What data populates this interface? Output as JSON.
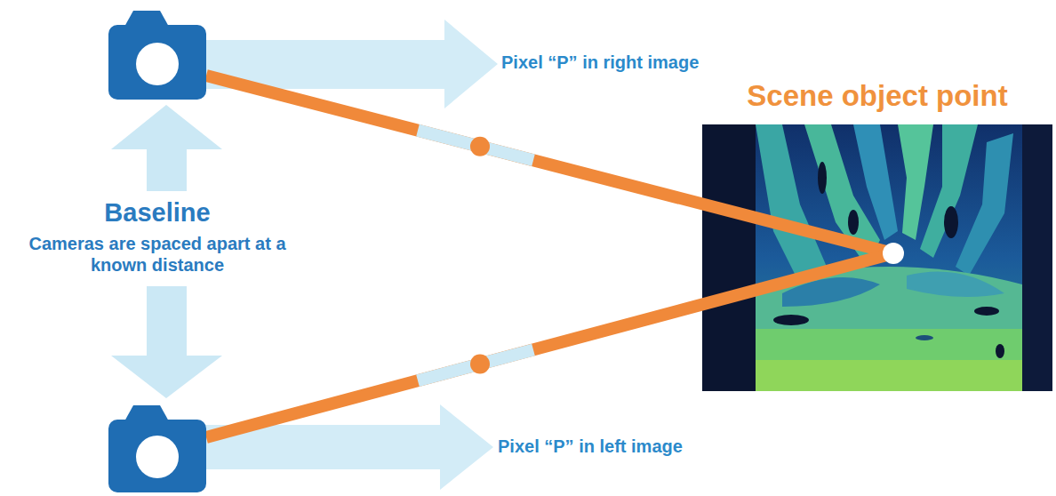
{
  "diagram": {
    "labels": [
      "Pixel “P” in right image",
      "Scene object point",
      "Baseline",
      "Cameras are spaced apart at a known distance",
      "Pixel “P” in left image"
    ]
  }
}
